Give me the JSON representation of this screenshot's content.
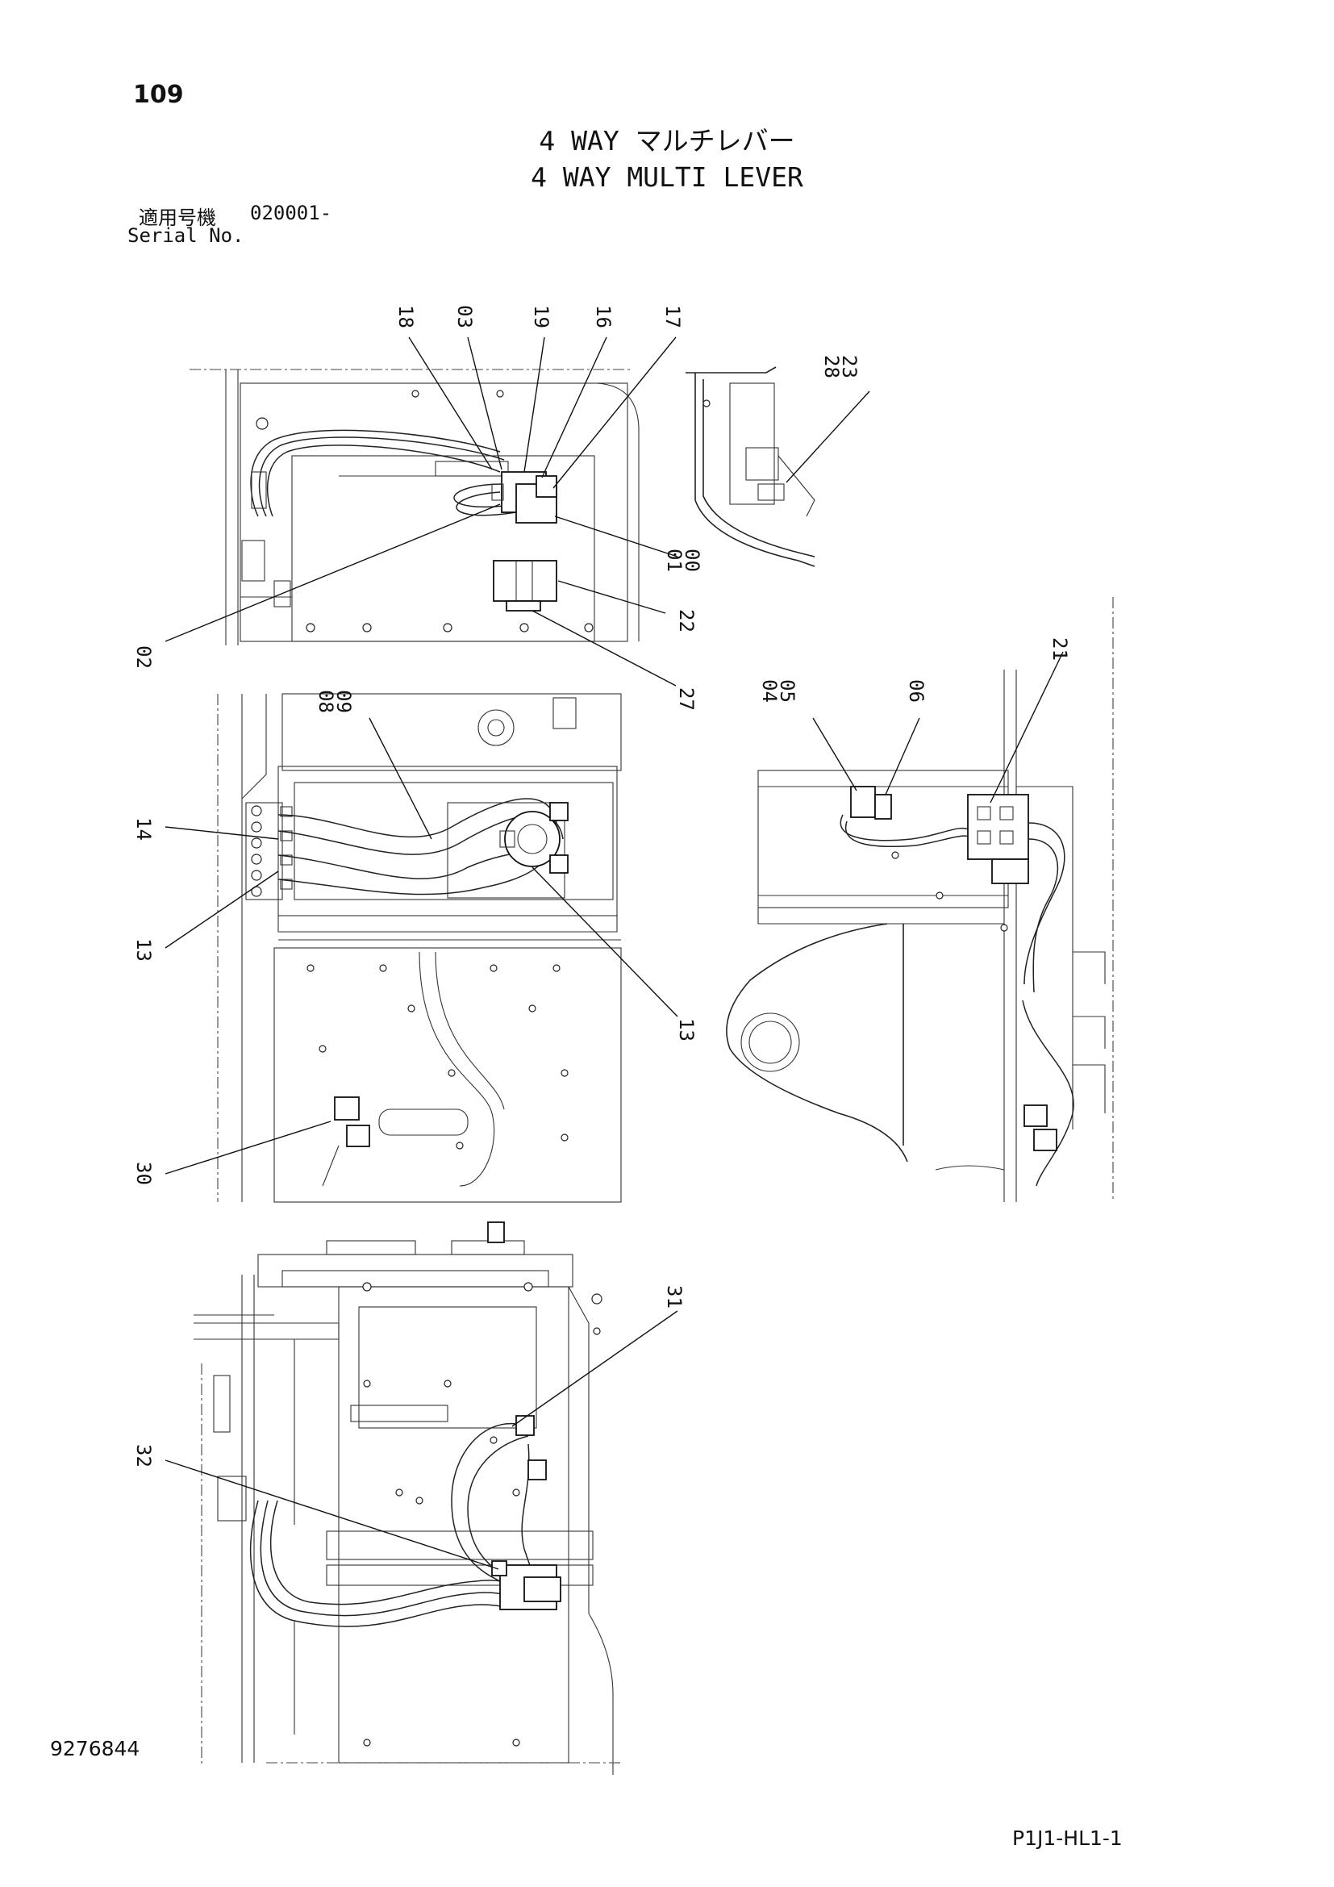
{
  "header": {
    "page_number": "109",
    "title_jp": "4 WAY マルチレバー",
    "title_en": "4 WAY MULTI LEVER"
  },
  "serial": {
    "label_jp": "適用号機",
    "value": "020001-",
    "label_en": "Serial No."
  },
  "callouts": [
    {
      "id": "c18",
      "text": "18"
    },
    {
      "id": "c03",
      "text": "03"
    },
    {
      "id": "c19",
      "text": "19"
    },
    {
      "id": "c16",
      "text": "16"
    },
    {
      "id": "c17",
      "text": "17"
    },
    {
      "id": "c23-28",
      "text": "23\n28"
    },
    {
      "id": "c00-01",
      "text": "00\n01"
    },
    {
      "id": "c22",
      "text": "22"
    },
    {
      "id": "c02",
      "text": "02"
    },
    {
      "id": "c27",
      "text": "27"
    },
    {
      "id": "c09-08",
      "text": "09\n08"
    },
    {
      "id": "c05-04",
      "text": "05\n04"
    },
    {
      "id": "c06",
      "text": "06"
    },
    {
      "id": "c21",
      "text": "21"
    },
    {
      "id": "c14",
      "text": "14"
    },
    {
      "id": "c13a",
      "text": "13"
    },
    {
      "id": "c13b",
      "text": "13"
    },
    {
      "id": "c30",
      "text": "30"
    },
    {
      "id": "c31",
      "text": "31"
    },
    {
      "id": "c32",
      "text": "32"
    }
  ],
  "footer": {
    "doc_number": "9276844",
    "drawing_code": "P1J1-HL1-1"
  }
}
